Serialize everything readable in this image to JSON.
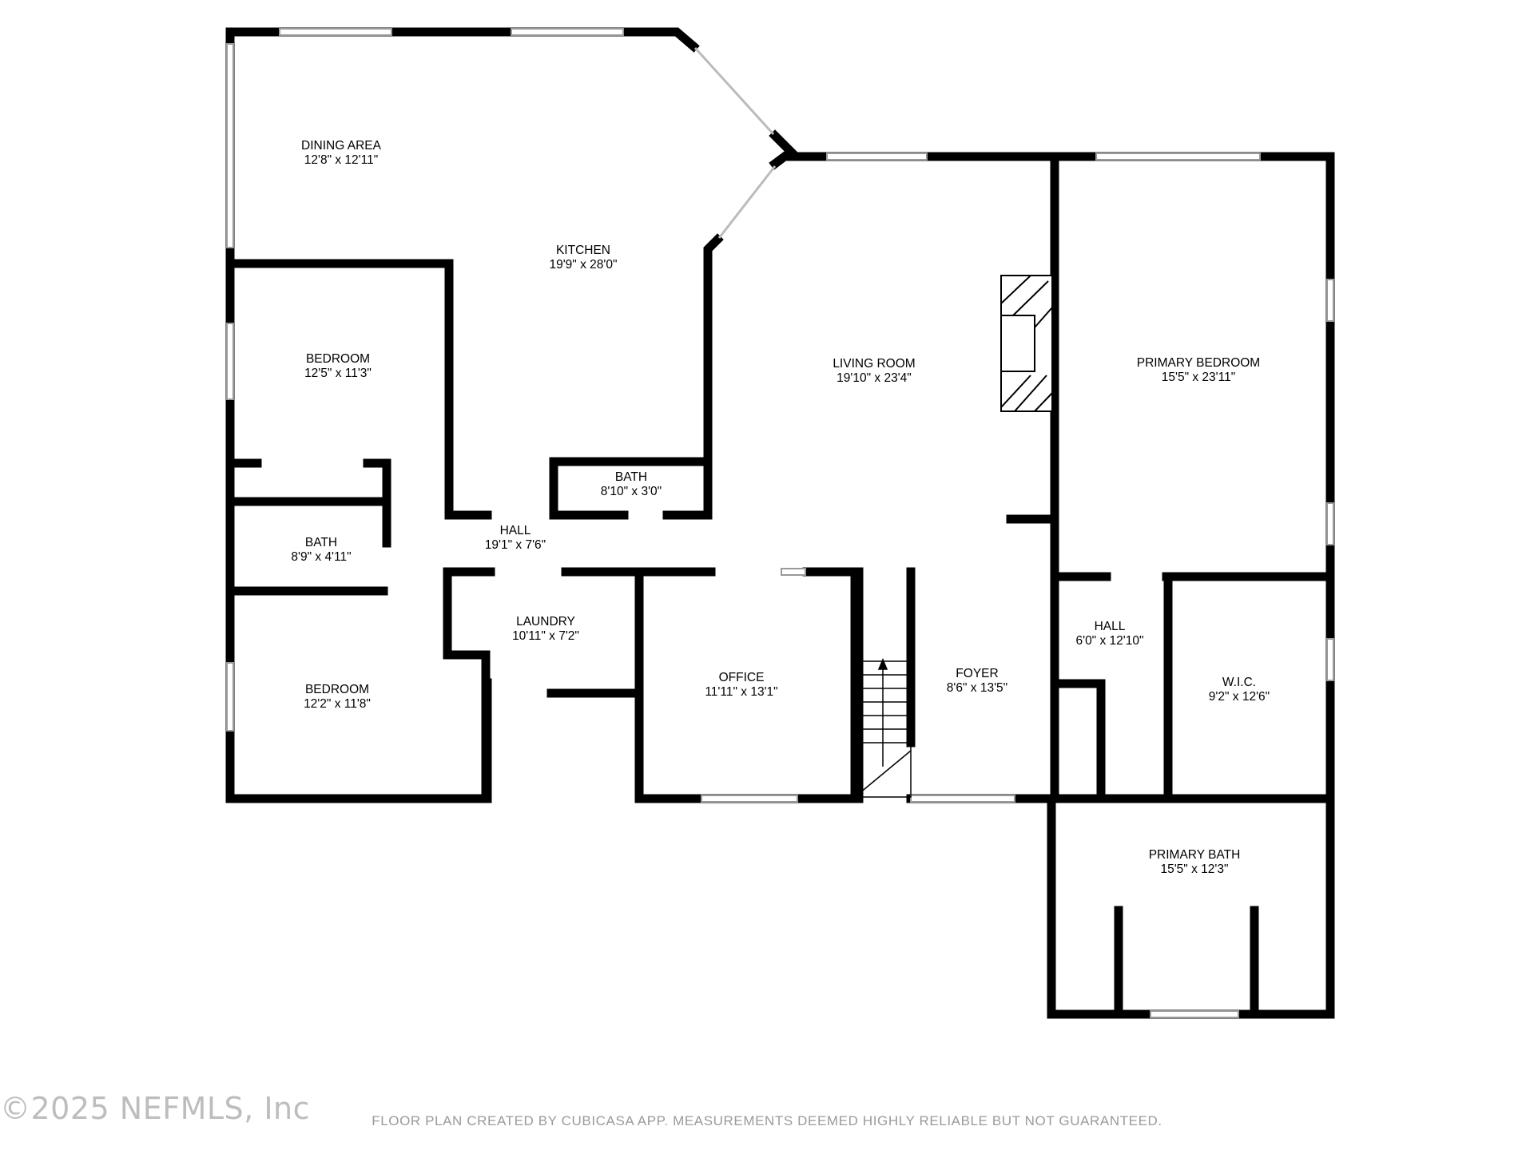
{
  "rooms": [
    {
      "id": "dining-area",
      "name": "DINING AREA",
      "size": "12'8\" x 12'11\""
    },
    {
      "id": "kitchen",
      "name": "KITCHEN",
      "size": "19'9\" x 28'0\""
    },
    {
      "id": "bedroom-1",
      "name": "BEDROOM",
      "size": "12'5\" x 11'3\""
    },
    {
      "id": "bath-hall",
      "name": "BATH",
      "size": "8'10\" x 3'0\""
    },
    {
      "id": "bath-2",
      "name": "BATH",
      "size": "8'9\" x 4'11\""
    },
    {
      "id": "hall-1",
      "name": "HALL",
      "size": "19'1\" x 7'6\""
    },
    {
      "id": "laundry",
      "name": "LAUNDRY",
      "size": "10'11\" x 7'2\""
    },
    {
      "id": "bedroom-2",
      "name": "BEDROOM",
      "size": "12'2\" x 11'8\""
    },
    {
      "id": "office",
      "name": "OFFICE",
      "size": "11'11\" x 13'1\""
    },
    {
      "id": "living-room",
      "name": "LIVING ROOM",
      "size": "19'10\" x 23'4\""
    },
    {
      "id": "foyer",
      "name": "FOYER",
      "size": "8'6\" x 13'5\""
    },
    {
      "id": "primary-bedroom",
      "name": "PRIMARY BEDROOM",
      "size": "15'5\" x 23'11\""
    },
    {
      "id": "hall-2",
      "name": "HALL",
      "size": "6'0\" x 12'10\""
    },
    {
      "id": "wic",
      "name": "W.I.C.",
      "size": "9'2\" x 12'6\""
    },
    {
      "id": "primary-bath",
      "name": "PRIMARY BATH",
      "size": "15'5\" x 12'3\""
    }
  ],
  "footer": {
    "disclaimer": "FLOOR PLAN CREATED BY CUBICASA APP. MEASUREMENTS DEEMED HIGHLY RELIABLE BUT NOT GUARANTEED.",
    "watermark": "©2025 NEFMLS, Inc"
  },
  "colors": {
    "wall": "#000000",
    "window": "#bfbfbf",
    "text": "#000000",
    "footer": "#9a9a9a"
  }
}
